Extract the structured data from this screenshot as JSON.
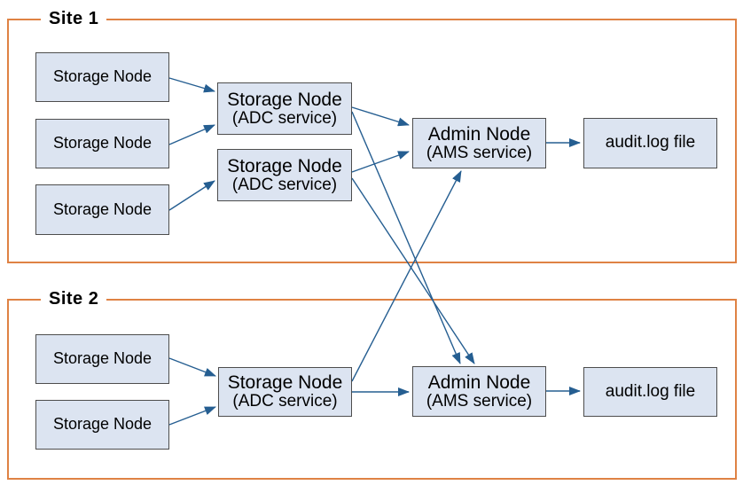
{
  "colors": {
    "frame": "#df8244",
    "arrow": "#255e91",
    "node_fill": "#dce4f1",
    "node_border": "#4d4d4d"
  },
  "site1": {
    "label": "Site 1",
    "storage_node_1": "Storage Node",
    "storage_node_2": "Storage Node",
    "storage_node_3": "Storage Node",
    "adc_node_1": {
      "title": "Storage Node",
      "subtitle": "(ADC service)"
    },
    "adc_node_2": {
      "title": "Storage Node",
      "subtitle": "(ADC service)"
    },
    "admin_node": {
      "title": "Admin Node",
      "subtitle": "(AMS service)"
    },
    "audit_log_file": "audit.log file"
  },
  "site2": {
    "label": "Site 2",
    "storage_node_1": "Storage Node",
    "storage_node_2": "Storage Node",
    "adc_node": {
      "title": "Storage Node",
      "subtitle": "(ADC service)"
    },
    "admin_node": {
      "title": "Admin Node",
      "subtitle": "(AMS service)"
    },
    "audit_log_file": "audit.log file"
  },
  "connections": [
    {
      "from": "site1.storage_node_1",
      "to": "site1.adc_node_1"
    },
    {
      "from": "site1.storage_node_2",
      "to": "site1.adc_node_1"
    },
    {
      "from": "site1.storage_node_3",
      "to": "site1.adc_node_2"
    },
    {
      "from": "site1.adc_node_1",
      "to": "site1.admin_node"
    },
    {
      "from": "site1.adc_node_2",
      "to": "site1.admin_node"
    },
    {
      "from": "site1.adc_node_1",
      "to": "site2.admin_node"
    },
    {
      "from": "site1.adc_node_2",
      "to": "site2.admin_node"
    },
    {
      "from": "site1.admin_node",
      "to": "site1.audit_log_file"
    },
    {
      "from": "site2.storage_node_1",
      "to": "site2.adc_node"
    },
    {
      "from": "site2.storage_node_2",
      "to": "site2.adc_node"
    },
    {
      "from": "site2.adc_node",
      "to": "site1.admin_node"
    },
    {
      "from": "site2.adc_node",
      "to": "site2.admin_node"
    },
    {
      "from": "site2.admin_node",
      "to": "site2.audit_log_file"
    }
  ]
}
